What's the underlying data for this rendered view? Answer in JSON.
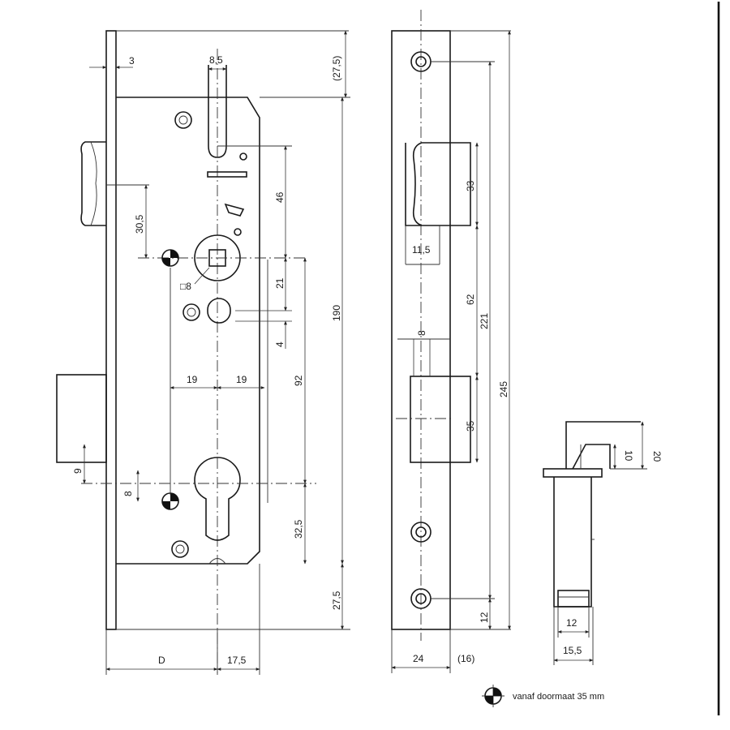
{
  "drawing": {
    "front_view": {
      "dimensions": {
        "forend_thickness": "3",
        "latch_width": "8,5",
        "top_offset": "(27,5)",
        "latch_to_spindle": "46",
        "handle_offset": "30,5",
        "spindle_square": "8",
        "spindle_to_latch": "21",
        "deadbolt_gap": "4",
        "overall_height": "190",
        "left_half": "19",
        "right_half": "19",
        "spindle_to_cylinder": "92",
        "strike_bolt": "9",
        "cylinder_offset": "8",
        "cylinder_to_bottom": "32,5",
        "bottom_offset": "27,5",
        "backset": "D",
        "case_depth": "17,5"
      }
    },
    "side_view": {
      "dimensions": {
        "latch_height": "33",
        "latch_depth": "11,5",
        "latch_to_bolt": "62",
        "hole_spacing": "221",
        "forend_length": "245",
        "bolt_offset": "8",
        "bolt_height": "35",
        "bottom_hole_offset": "12",
        "forend_width": "24",
        "plate_offset": "(16)"
      }
    },
    "detail_view": {
      "dimensions": {
        "tip_height": "20",
        "tip_depth": "10",
        "inner_width": "12",
        "outer_width": "15,5"
      }
    },
    "legend": {
      "text": "vanaf doormaat 35 mm",
      "icon": "quadrant-circle-icon"
    }
  }
}
